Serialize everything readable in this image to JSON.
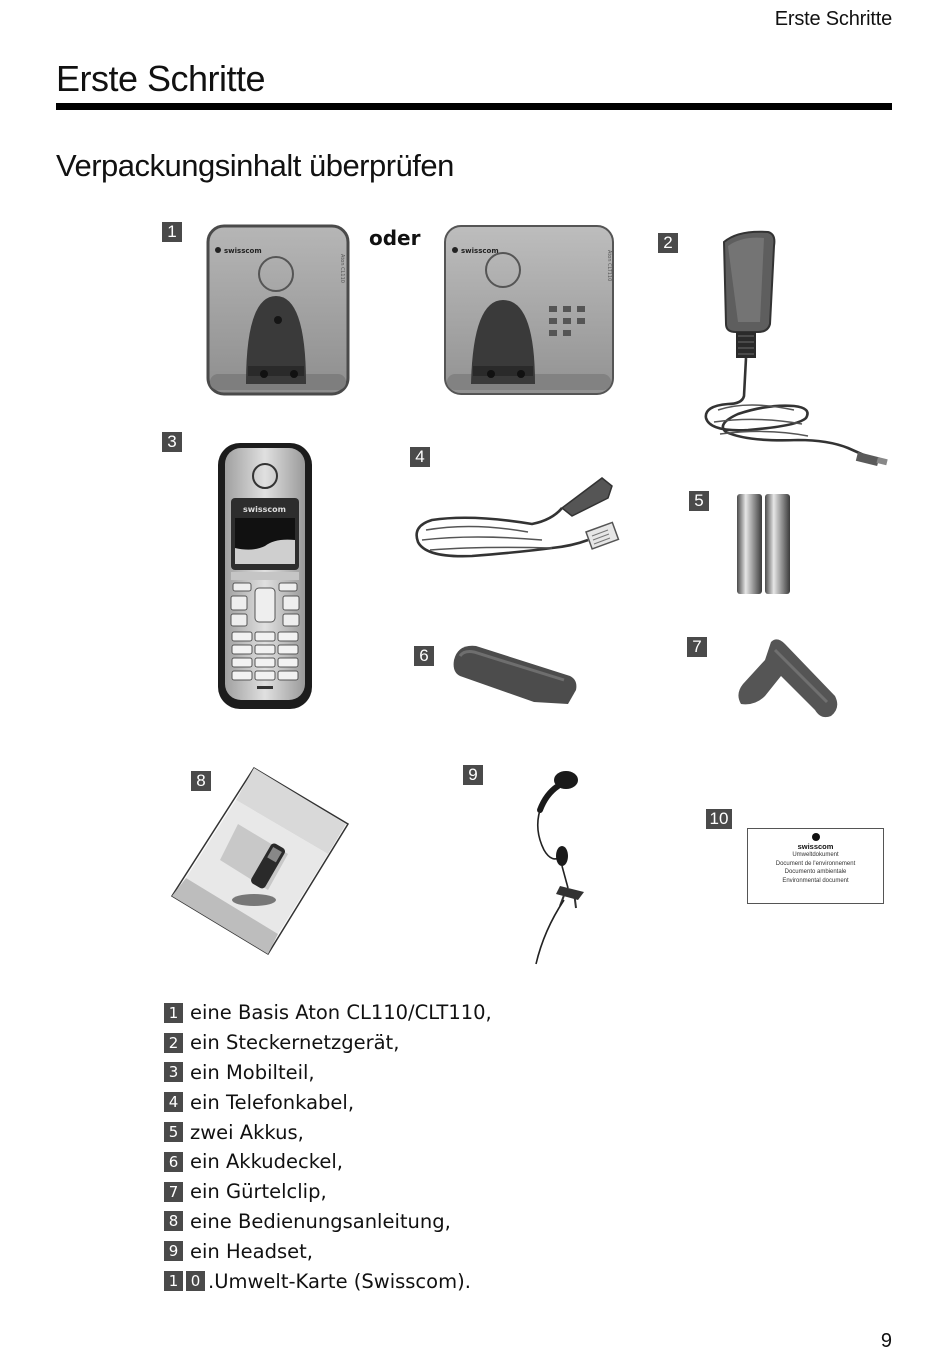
{
  "header": {
    "running_title": "Erste Schritte"
  },
  "page_title": "Erste Schritte",
  "section_title": "Verpackungsinhalt überprüfen",
  "figure": {
    "or_label": "oder",
    "callouts": [
      "1",
      "2",
      "3",
      "4",
      "5",
      "6",
      "7",
      "8",
      "9",
      "10"
    ],
    "brand_text": "swisscom",
    "env_card_lines": [
      "swisscom",
      "Umweltdokument",
      "Document de l'environnement",
      "Documento ambientale",
      "Environmental document"
    ]
  },
  "contents_list": [
    {
      "num": "1",
      "text": "eine Basis Aton CL110/CLT110,"
    },
    {
      "num": "2",
      "text": "ein Steckernetzgerät,"
    },
    {
      "num": "3",
      "text": "ein Mobilteil,"
    },
    {
      "num": "4",
      "text": "ein Telefonkabel,"
    },
    {
      "num": "5",
      "text": "zwei Akkus,"
    },
    {
      "num": "6",
      "text": "ein Akkudeckel,"
    },
    {
      "num": "7",
      "text": "ein Gürtelclip,"
    },
    {
      "num": "8",
      "text": "eine Bedienungsanleitung,"
    },
    {
      "num": "9",
      "text": "ein Headset,"
    },
    {
      "num_a": "1",
      "num_b": "0",
      "text": ".Umwelt-Karte (Swisscom)."
    }
  ],
  "footer": {
    "page_number": "9"
  }
}
